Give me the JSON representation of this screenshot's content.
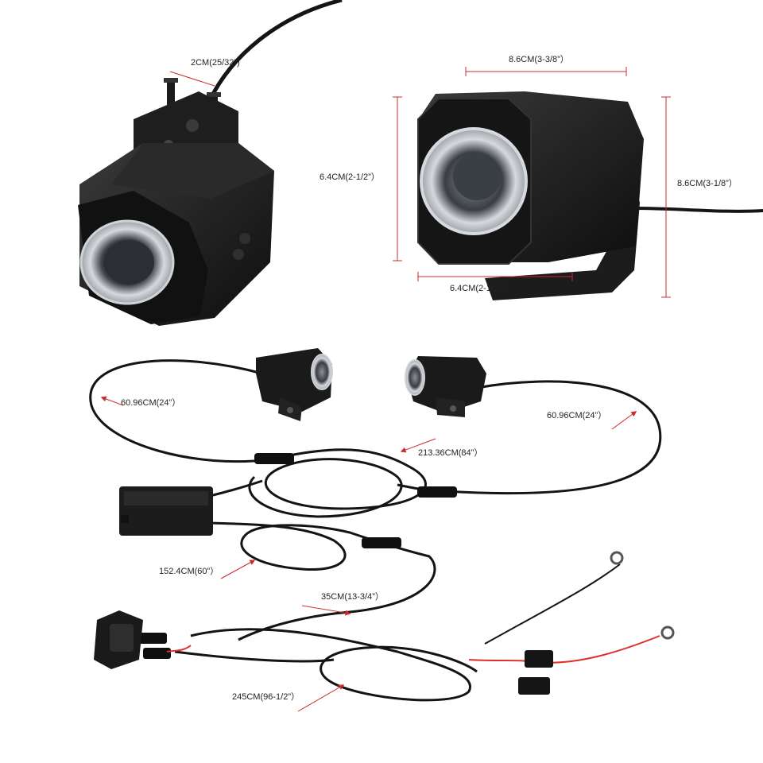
{
  "colors": {
    "body": "#141414",
    "body_light": "#2b2b2b",
    "lens": "#d9dce0",
    "dimension": "#cc2a2a",
    "red_wire": "#e0302a"
  },
  "labels": {
    "top_left_mount_width": "2CM(25/32”)",
    "top_right_width": "8.6CM(3-3/8”）",
    "top_right_height_left": "6.4CM(2-1/2”）",
    "top_right_height_right": "8.6CM(3-1/8”）",
    "top_right_bottom_width": "6.4CM(2-1/2”）",
    "cable_left_light": "60.96CM(24”）",
    "cable_right_light": "60.96CM(24”）",
    "cable_main": "213.36CM(84”）",
    "cable_controller": "152.4CM(60”）",
    "cable_switch": "35CM(13-3/4”）",
    "cable_battery": "245CM(96-1/2”）"
  }
}
